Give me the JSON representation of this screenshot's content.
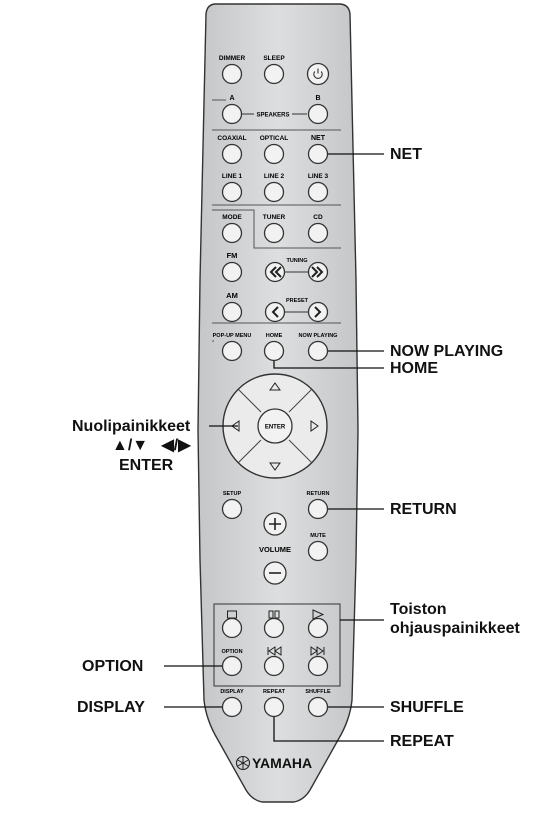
{
  "remote": {
    "colors": {
      "body": "#d4d6d8",
      "outline": "#333333",
      "button": "#f2f2f2",
      "line": "#555555"
    },
    "buttons": {
      "dimmer": "DIMMER",
      "sleep": "SLEEP",
      "speakers_a": "A",
      "speakers_b": "B",
      "speakers": "SPEAKERS",
      "coaxial": "COAXIAL",
      "optical": "OPTICAL",
      "net": "NET",
      "line1": "LINE 1",
      "line2": "LINE 2",
      "line3": "LINE 3",
      "mode": "MODE",
      "tuner": "TUNER",
      "cd": "CD",
      "fm": "FM",
      "tuning": "TUNING",
      "am": "AM",
      "preset": "PRESET",
      "popup_menu": "POP-UP MENU",
      "home": "HOME",
      "now_playing": "NOW PLAYING",
      "enter": "ENTER",
      "setup": "SETUP",
      "return": "RETURN",
      "volume": "VOLUME",
      "mute": "MUTE",
      "option": "OPTION",
      "display": "DISPLAY",
      "repeat": "REPEAT",
      "shuffle": "SHUFFLE"
    },
    "icons": {
      "power": "power-icon",
      "stop": "stop-icon",
      "pause": "pause-icon",
      "play": "play-icon",
      "skip_back": "skip-back-icon",
      "skip_forward": "skip-forward-icon",
      "up": "up-arrow-icon",
      "down": "down-arrow-icon",
      "left": "left-arrow-icon",
      "right": "right-arrow-icon",
      "plus": "plus-icon",
      "minus": "minus-icon"
    },
    "brand": "YAMAHA"
  },
  "callouts": {
    "net": "NET",
    "now_playing": "NOW PLAYING",
    "home": "HOME",
    "nuolipainikkeet": "Nuolipainikkeet",
    "arrows_symbols": "▲/▼   ◀/▶",
    "enter": "ENTER",
    "return": "RETURN",
    "toiston_line1": "Toiston",
    "toiston_line2": "ohjauspainikkeet",
    "option": "OPTION",
    "display": "DISPLAY",
    "shuffle": "SHUFFLE",
    "repeat": "REPEAT"
  }
}
